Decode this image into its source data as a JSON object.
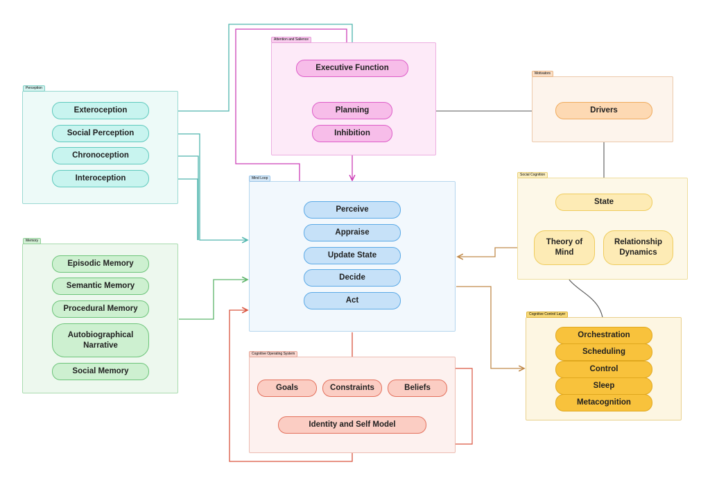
{
  "groups": {
    "perception": "Perception",
    "attention": "Attention and Salience",
    "motivators": "Motivators",
    "mind_loop": "Mind Loop",
    "social_cognition": "Social Cognition",
    "memory": "Memory",
    "cognitive_os": "Cognitive Operating System",
    "control_layer": "Cognitive Control Layer"
  },
  "perception": [
    "Exteroception",
    "Social Perception",
    "Chronoception",
    "Interoception"
  ],
  "attention": [
    "Executive Function",
    "Planning",
    "Inhibition"
  ],
  "motivators": [
    "Drivers"
  ],
  "mind_loop": [
    "Perceive",
    "Appraise",
    "Update State",
    "Decide",
    "Act"
  ],
  "social_cognition": [
    "State",
    "Theory of\nMind",
    "Relationship\nDynamics"
  ],
  "memory": [
    "Episodic Memory",
    "Semantic Memory",
    "Procedural Memory",
    "Autobiographical\nNarrative",
    "Social Memory"
  ],
  "cognitive_os": [
    "Goals",
    "Constraints",
    "Beliefs",
    "Identity and Self Model"
  ],
  "control_layer": [
    "Orchestration",
    "Scheduling",
    "Control",
    "Sleep",
    "Metacognition"
  ],
  "colors": {
    "perception": "#4fc3b8",
    "attention": "#d64fc4",
    "motivators": "#f0a54a",
    "mind_loop": "#5aa9e6",
    "social": "#f2c94c",
    "memory": "#5cbf6a",
    "cognitive_os": "#e0604a",
    "control": "#f0b429"
  }
}
